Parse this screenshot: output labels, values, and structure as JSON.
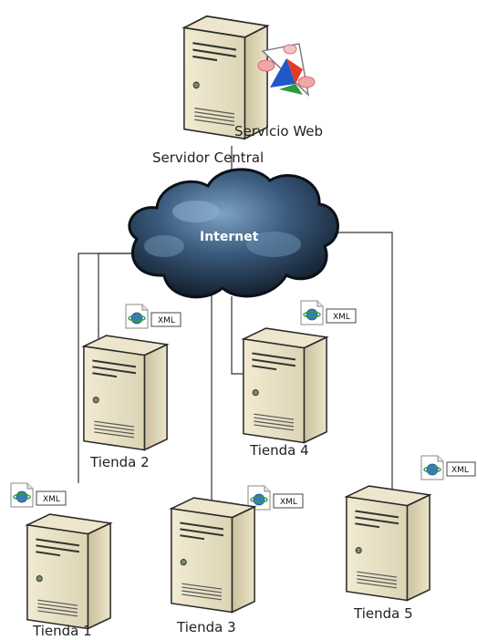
{
  "central": {
    "service_label": "Servicio Web",
    "server_label": "Servidor Central"
  },
  "network": {
    "label": "Internet"
  },
  "stores": [
    {
      "label": "Tienda 1",
      "badge": "XML"
    },
    {
      "label": "Tienda 2",
      "badge": "XML"
    },
    {
      "label": "Tienda 3",
      "badge": "XML"
    },
    {
      "label": "Tienda 4",
      "badge": "XML"
    },
    {
      "label": "Tienda 5",
      "badge": "XML"
    }
  ],
  "icons": {
    "server": "server-tower-icon",
    "cloud": "cloud-icon",
    "web_service": "web-service-icon",
    "xml": "xml-document-icon"
  },
  "colors": {
    "cloud_dark": "#14202e",
    "cloud_light": "#5f86ab",
    "server_body": "#e6dfc4",
    "server_side": "#cfc6a4",
    "line": "#333333"
  }
}
